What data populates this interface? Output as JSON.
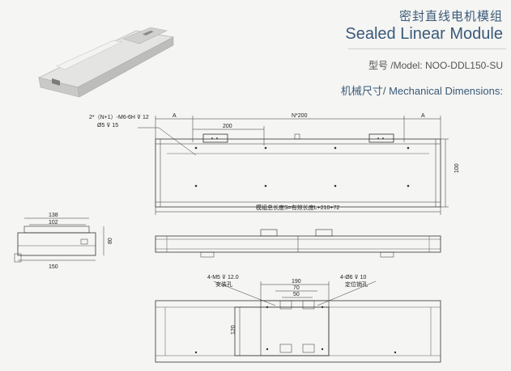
{
  "header": {
    "title_cn": "密封直线电机模组",
    "title_en": "Sealed Linear Module",
    "model": "型号 /Model: NOO-DDL150-SU",
    "mechanical": "机械尺寸/ Mechanical Dimensions:"
  },
  "top_view": {
    "hole_callout": "2*（N+1）-M6-6H ⊽ 12",
    "counterbore": "Ø5 ⊽ 15",
    "dim_a_left": "A",
    "dim_pitch_total": "N*200",
    "dim_a_right": "A",
    "dim_pitch": "200",
    "dim_width": "100",
    "dim_total_length": "模组总长度S=有效长度L+210+72"
  },
  "side_view": {
    "dim_138": "138",
    "dim_102": "102",
    "dim_80": "80",
    "dim_150": "150"
  },
  "carriage_view": {
    "left_callout": "4-M5 ⊽ 12.0",
    "left_callout_cn": "安装孔",
    "right_callout": "4-Ø6 ⊽ 10",
    "right_callout_cn": "定位销孔",
    "dim_190": "190",
    "dim_70": "70",
    "dim_50": "50",
    "dim_120": "120"
  }
}
